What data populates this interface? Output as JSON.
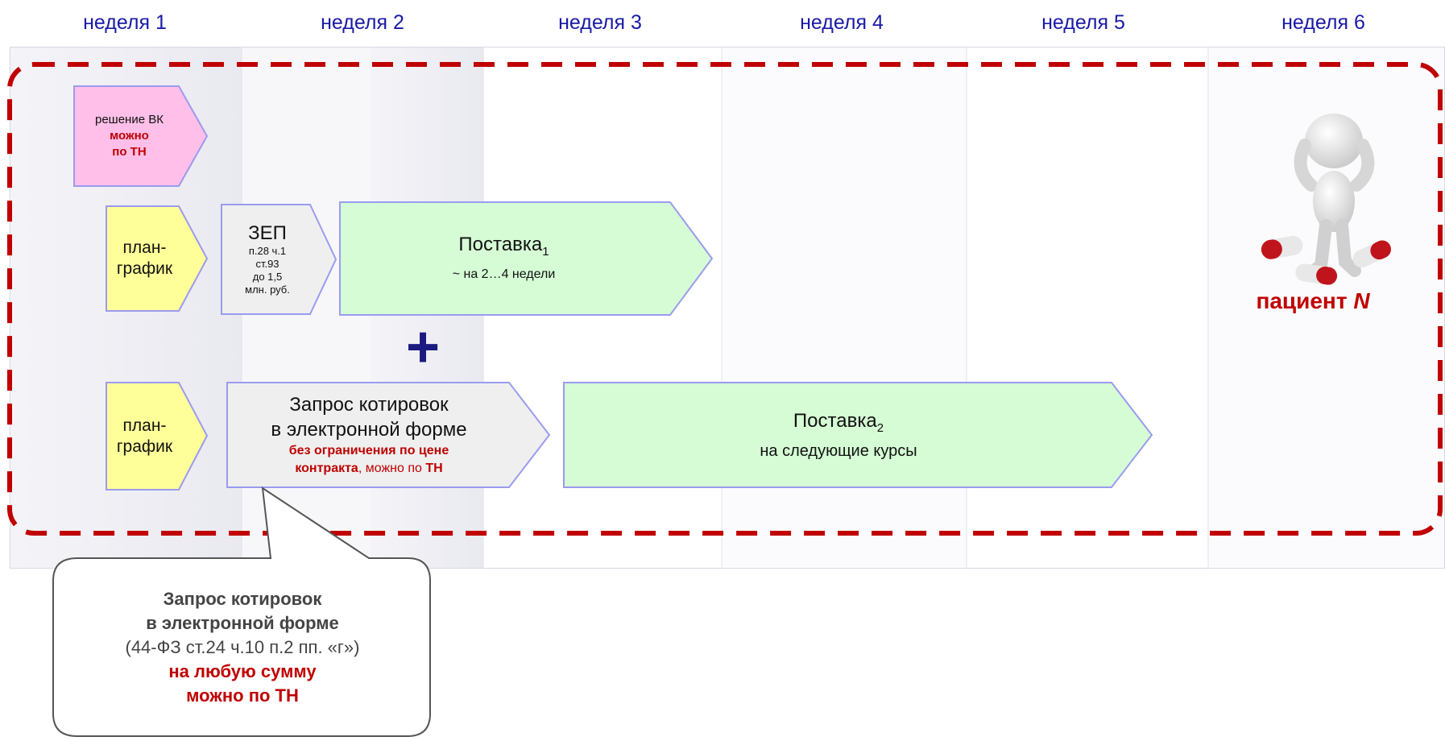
{
  "weeks": [
    "неделя 1",
    "неделя 2",
    "неделя 3",
    "неделя 4",
    "неделя 5",
    "неделя 6"
  ],
  "vk": {
    "line1": "решение ВК",
    "line2": "можно",
    "line3": "по ТН",
    "fill": "#ffbfe8"
  },
  "plan1": {
    "line1": "план-",
    "line2": "график",
    "fill": "#ffff99"
  },
  "plan2": {
    "line1": "план-",
    "line2": "график",
    "fill": "#ffff99"
  },
  "zep": {
    "title": "ЗЕП",
    "line1": "п.28 ч.1",
    "line2": "ст.93",
    "line3": "до 1,5",
    "line4": "млн. руб."
  },
  "supply1": {
    "title": "Поставка",
    "sub": "1",
    "note": "~ на 2…4 недели",
    "fill": "#d5fcd5"
  },
  "plus": "+",
  "quote": {
    "line1": "Запрос котировок",
    "line2": "в электронной форме",
    "red_bold1": "без ограничения по цене",
    "red_bold2": "контракта",
    "mid": ", можно по ",
    "red_bold3": "ТН"
  },
  "supply2": {
    "title": "Поставка",
    "sub": "2",
    "note": "на следующие курсы",
    "fill": "#d5fcd5"
  },
  "patient": {
    "label": "пациент ",
    "label_italic": "N"
  },
  "callout": {
    "line1": "Запрос котировок",
    "line2": "в электронной форме",
    "line3": "(44-ФЗ ст.24 ч.10 п.2 пп. «г»)",
    "line4": "на любую сумму",
    "line5": "можно по ТН"
  },
  "colors": {
    "week_label": "#1a1aa6",
    "dashed_border": "#c00000",
    "shape_stroke": "#9b9bef",
    "grey_fill": "#efefef",
    "plus": "#1a1a80"
  }
}
